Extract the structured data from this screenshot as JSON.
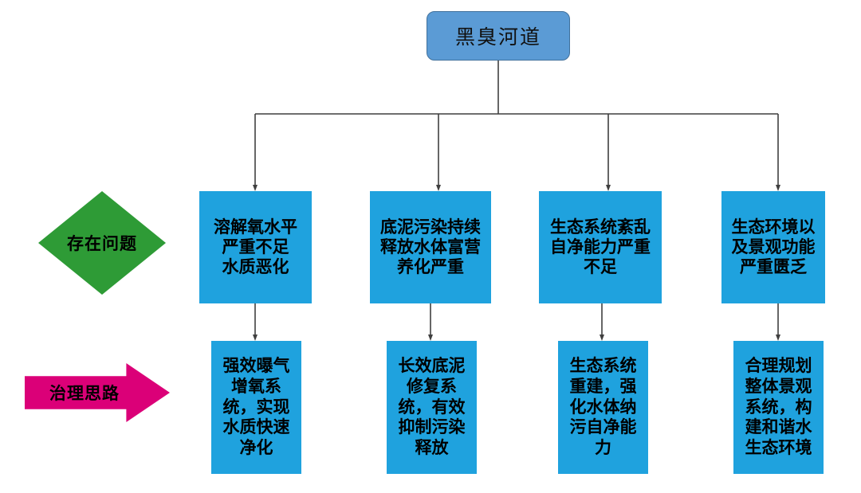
{
  "diagram": {
    "title_node": {
      "label": "黑臭河道"
    },
    "legends": [
      {
        "name": "problems",
        "label": "存在问题",
        "shape": "diamond",
        "color": "#2E9B36"
      },
      {
        "name": "solutions",
        "label": "治理思路",
        "shape": "right-arrow",
        "color": "#DB0078"
      }
    ],
    "row_problems": [
      {
        "label": "溶解氧水平\n严重不足\n水质恶化"
      },
      {
        "label": "底泥污染持续\n释放水体富营\n养化严重"
      },
      {
        "label": "生态系统紊乱\n自净能力严重\n不足"
      },
      {
        "label": "生态环境以\n及景观功能\n严重匮乏"
      }
    ],
    "row_solutions": [
      {
        "label": "强效曝气\n增氧系\n统，实现\n水质快速\n净化"
      },
      {
        "label": "长效底泥\n修复系\n统，有效\n抑制污染\n释放"
      },
      {
        "label": "生态系统\n重建，强\n化水体纳\n污自净能\n力"
      },
      {
        "label": "合理规划\n整体景观\n系统，构\n建和谐水\n生态环境"
      }
    ],
    "colors": {
      "root_fill": "#5B9BD5",
      "root_stroke": "#41719C",
      "box_fill": "#1FA2DE",
      "diamond_fill": "#2E9B36",
      "arrow_fill": "#DB0078",
      "connector": "#3F3F3F",
      "background": "#FFFFFF"
    }
  }
}
